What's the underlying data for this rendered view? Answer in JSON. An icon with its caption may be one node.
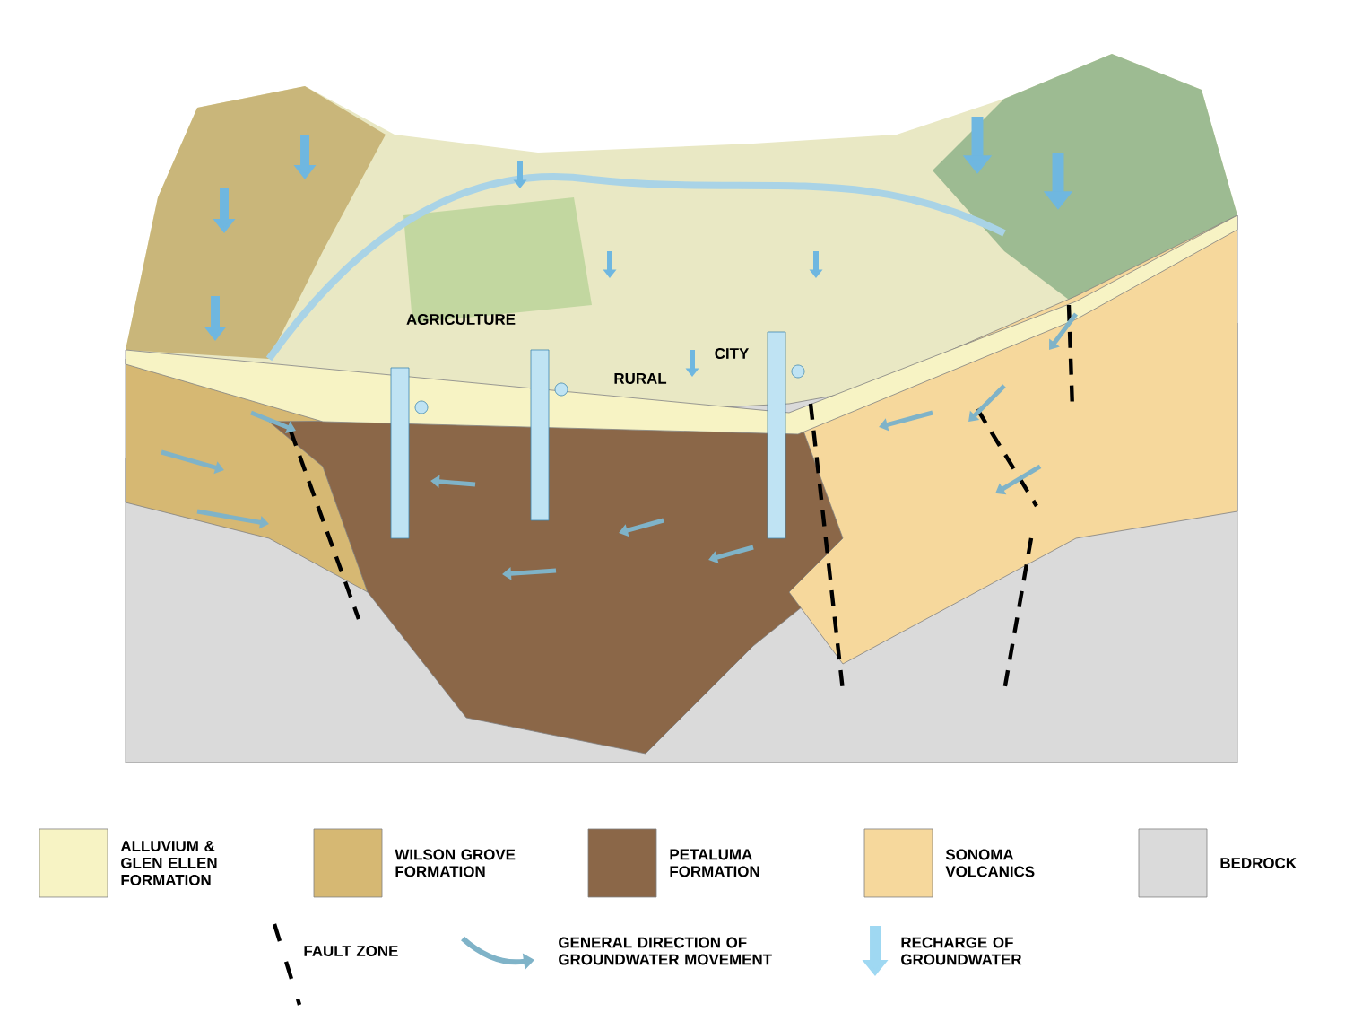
{
  "diagram": {
    "labels": [
      "AGRICULTURE",
      "RURAL",
      "CITY"
    ],
    "legend": [
      {
        "text": "ALLUVIUM & GLEN ELLEN FORMATION",
        "color": "#f7f3c4"
      },
      {
        "text": "WILSON GROVE FORMATION",
        "color": "#d6b873"
      },
      {
        "text": "PETALUMA FORMATION",
        "color": "#8b6748"
      },
      {
        "text": "SONOMA VOLCANICS",
        "color": "#f6d89c"
      },
      {
        "text": "BEDROCK",
        "color": "#dadada"
      },
      {
        "text": "FAULT ZONE"
      },
      {
        "text": "GENERAL DIRECTION OF GROUNDWATER MOVEMENT"
      },
      {
        "text": "RECHARGE OF GROUNDWATER"
      }
    ]
  }
}
